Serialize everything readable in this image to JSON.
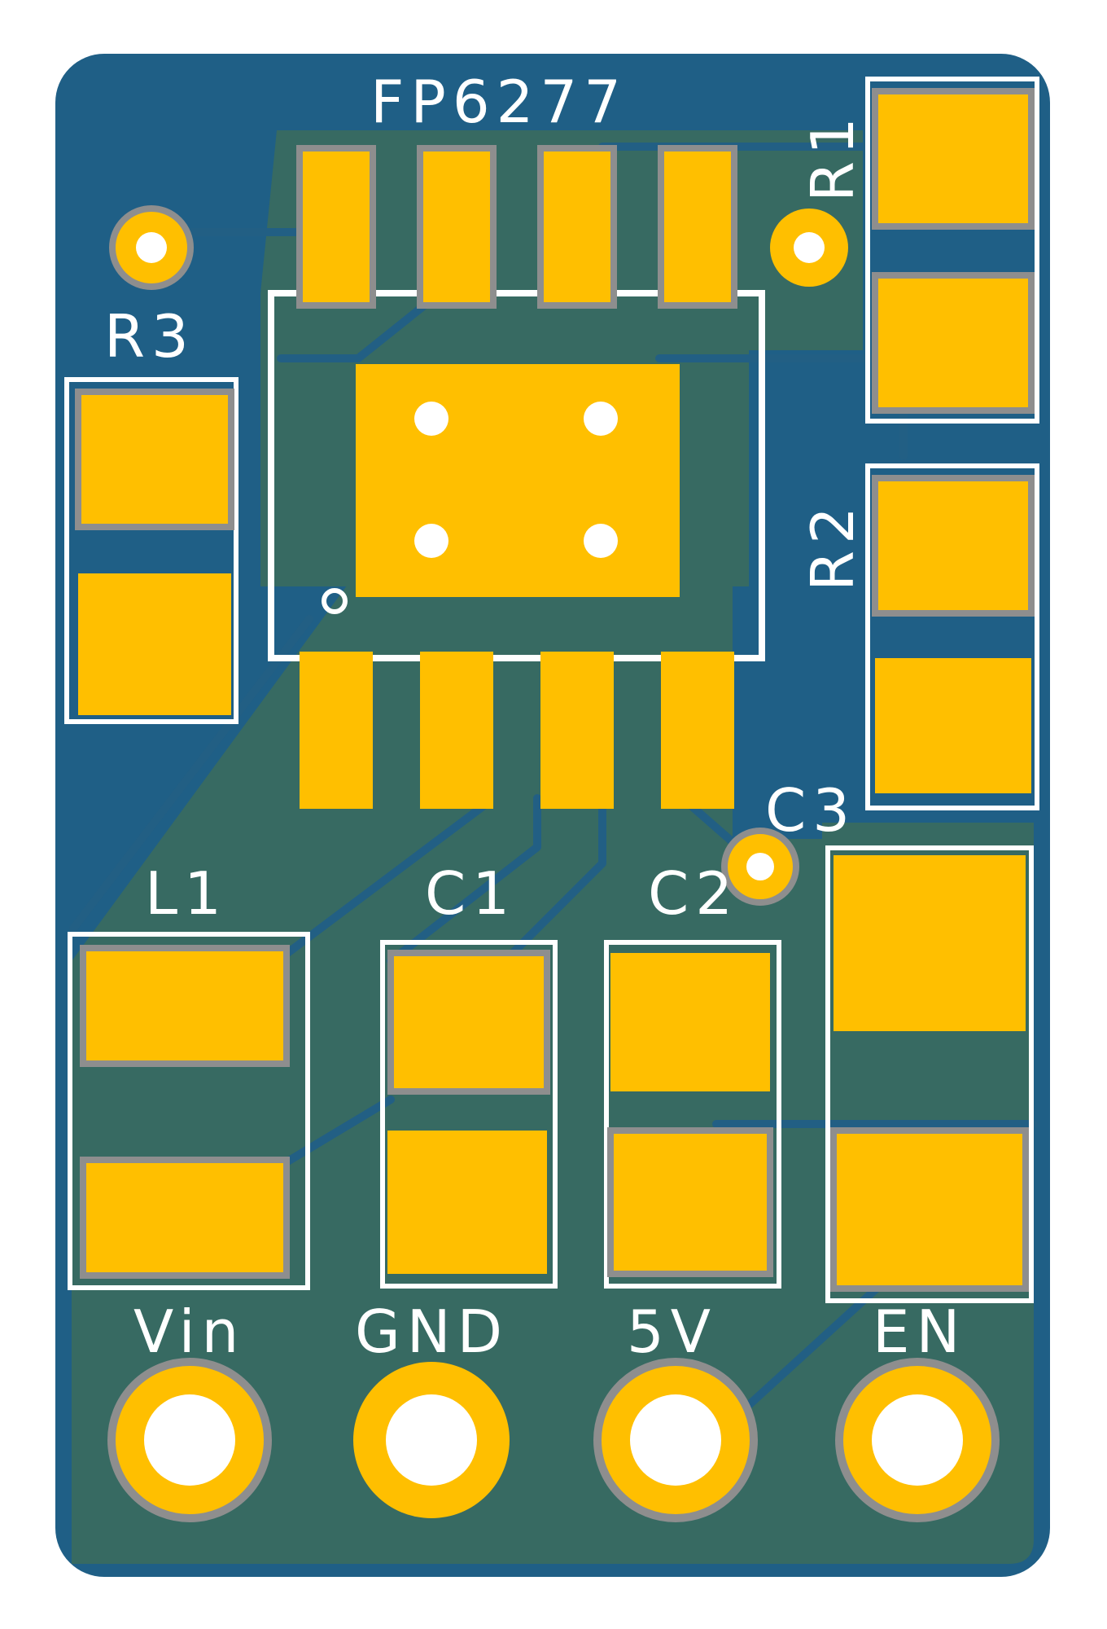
{
  "board": {
    "colors": {
      "background": "#ffffff",
      "copper_pour": "#1f5f86",
      "pour_fill": "#376a62",
      "pad": "#ffbf00",
      "pad_outline": "#8e8e8e",
      "trace": "#225f84",
      "silkscreen": "#ffffff",
      "drill": "#ffffff"
    }
  },
  "labels": {
    "ic": "FP6277",
    "r1": "R1",
    "r2": "R2",
    "r3": "R3",
    "l1": "L1",
    "c1": "C1",
    "c2": "C2",
    "c3": "C3",
    "vin": "Vin",
    "gnd": "GND",
    "v5": "5V",
    "en": "EN"
  }
}
